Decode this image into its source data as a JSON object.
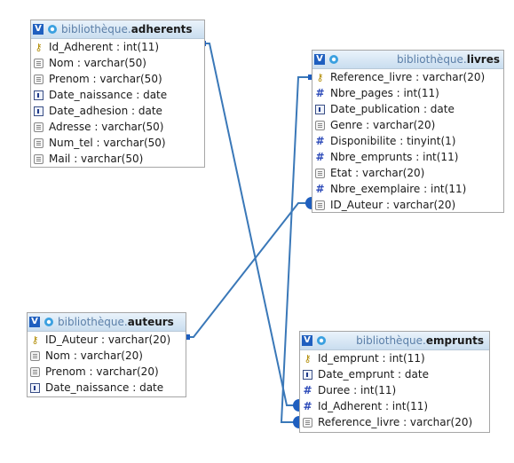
{
  "db_prefix": "bibliothèque.",
  "tables": {
    "adherents": {
      "name": "adherents",
      "fields": [
        {
          "type": "key",
          "label": "Id_Adherent : int(11)"
        },
        {
          "type": "txt",
          "label": "Nom : varchar(50)"
        },
        {
          "type": "txt",
          "label": "Prenom : varchar(50)"
        },
        {
          "type": "date",
          "label": "Date_naissance : date"
        },
        {
          "type": "date",
          "label": "Date_adhesion : date"
        },
        {
          "type": "txt",
          "label": "Adresse : varchar(50)"
        },
        {
          "type": "txt",
          "label": "Num_tel : varchar(50)"
        },
        {
          "type": "txt",
          "label": "Mail : varchar(50)"
        }
      ]
    },
    "livres": {
      "name": "livres",
      "fields": [
        {
          "type": "key",
          "label": "Reference_livre : varchar(20)"
        },
        {
          "type": "num",
          "label": "Nbre_pages : int(11)"
        },
        {
          "type": "date",
          "label": "Date_publication : date"
        },
        {
          "type": "txt",
          "label": "Genre : varchar(20)"
        },
        {
          "type": "num",
          "label": "Disponibilite : tinyint(1)"
        },
        {
          "type": "num",
          "label": "Nbre_emprunts : int(11)"
        },
        {
          "type": "txt",
          "label": "Etat : varchar(20)"
        },
        {
          "type": "num",
          "label": "Nbre_exemplaire : int(11)"
        },
        {
          "type": "txt",
          "label": "ID_Auteur : varchar(20)"
        }
      ]
    },
    "auteurs": {
      "name": "auteurs",
      "fields": [
        {
          "type": "key",
          "label": "ID_Auteur : varchar(20)"
        },
        {
          "type": "txt",
          "label": "Nom : varchar(20)"
        },
        {
          "type": "txt",
          "label": "Prenom : varchar(20)"
        },
        {
          "type": "date",
          "label": "Date_naissance : date"
        }
      ]
    },
    "emprunts": {
      "name": "emprunts",
      "fields": [
        {
          "type": "key",
          "label": "Id_emprunt : int(11)"
        },
        {
          "type": "date",
          "label": "Date_emprunt : date"
        },
        {
          "type": "num",
          "label": "Duree : int(11)"
        },
        {
          "type": "num",
          "label": "Id_Adherent : int(11)"
        },
        {
          "type": "txt",
          "label": "Reference_livre : varchar(20)"
        }
      ]
    }
  },
  "relations": [
    {
      "from": "adherents.Id_Adherent",
      "to": "emprunts.Id_Adherent"
    },
    {
      "from": "livres.Reference_livre",
      "to": "emprunts.Reference_livre"
    },
    {
      "from": "auteurs.ID_Auteur",
      "to": "livres.ID_Auteur"
    }
  ],
  "colors": {
    "link": "#3a78b8",
    "header_db": "#5b7fa8",
    "badge": "#1f5fbf"
  }
}
